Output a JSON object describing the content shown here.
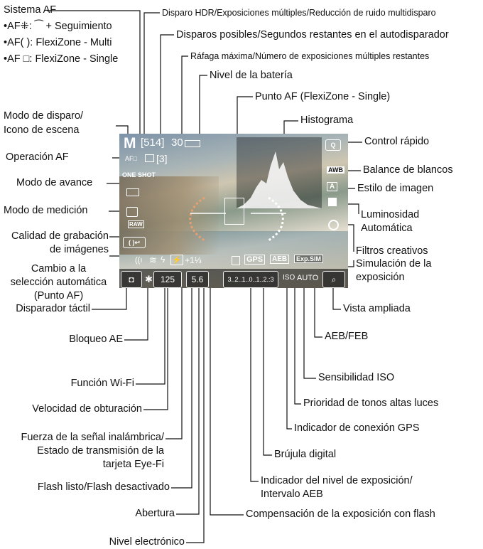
{
  "af_system": {
    "title": "Sistema AF",
    "opt1_prefix": "•AF",
    "opt1_text": ": '̲' + Seguimiento",
    "opt2_prefix": "•AF( ):",
    "opt2_text": "FlexiZone - Multi",
    "opt3_prefix": "•AF □:",
    "opt3_text": "FlexiZone - Single"
  },
  "labels_left": {
    "shooting_mode_1": "Modo de disparo/",
    "shooting_mode_2": "Icono de escena",
    "af_operation": "Operación AF",
    "drive_mode": "Modo de avance",
    "metering_mode": "Modo de medición",
    "quality_1": "Calidad de grabación",
    "quality_2": "de imágenes",
    "switch_1": "Cambio a la",
    "switch_2": "selección automática",
    "switch_3": "(Punto AF)",
    "touch_shutter": "Disparador táctil",
    "ae_lock": "Bloqueo AE",
    "wifi": "Función Wi-Fi",
    "shutter_speed": "Velocidad de obturación",
    "signal_1": "Fuerza de la señal inalámbrica/",
    "signal_2": "Estado de transmisión de la",
    "signal_3": "tarjeta Eye-Fi",
    "flash_ready": "Flash listo/Flash desactivado",
    "aperture": "Abertura",
    "elec_level": "Nivel electrónico"
  },
  "labels_top": {
    "hdr": "Disparo HDR/Exposiciones múltiples/Reducción de ruido multidisparo",
    "shots": "Disparos posibles/Segundos restantes en el autodisparador",
    "burst": "Ráfaga máxima/Número de exposiciones múltiples restantes",
    "battery": "Nivel de la batería",
    "af_point": "Punto AF (FlexiZone - Single)",
    "histogram": "Histograma"
  },
  "labels_right": {
    "quick_control": "Control rápido",
    "wb": "Balance de blancos",
    "picture_style": "Estilo de imagen",
    "alo_1": "Luminosidad",
    "alo_2": "Automática",
    "creative": "Filtros creativos",
    "expsim_1": "Simulación de la",
    "expsim_2": "exposición",
    "zoom": "Vista ampliada",
    "aeb": "AEB/FEB",
    "iso": "Sensibilidad ISO",
    "htp": "Prioridad de tonos altas luces",
    "gps": "Indicador de conexión GPS",
    "compass": "Brújula digital",
    "exp_level_1": "Indicador del nivel de exposición/",
    "exp_level_2": "Intervalo AEB",
    "flash_comp": "Compensación de la exposición con flash"
  },
  "screen": {
    "mode": "M",
    "shots": "[514]",
    "burst": "30",
    "multi_count": "[3]",
    "af_mode": "AF□",
    "one_shot": "ONE SHOT",
    "shutter": "125",
    "aperture": "5.6",
    "flash_comp": "+1⅓",
    "exp_scale": "3..2..1..0..1..2.:3",
    "iso": "AUTO",
    "gps": "GPS",
    "aeb": "AEB",
    "expsim": "Exp.SIM",
    "q": "Q",
    "awb": "AWB",
    "style": "A",
    "raw": "RAW"
  },
  "colors": {
    "line": "#111111",
    "overlay_text": "#ffffff"
  }
}
